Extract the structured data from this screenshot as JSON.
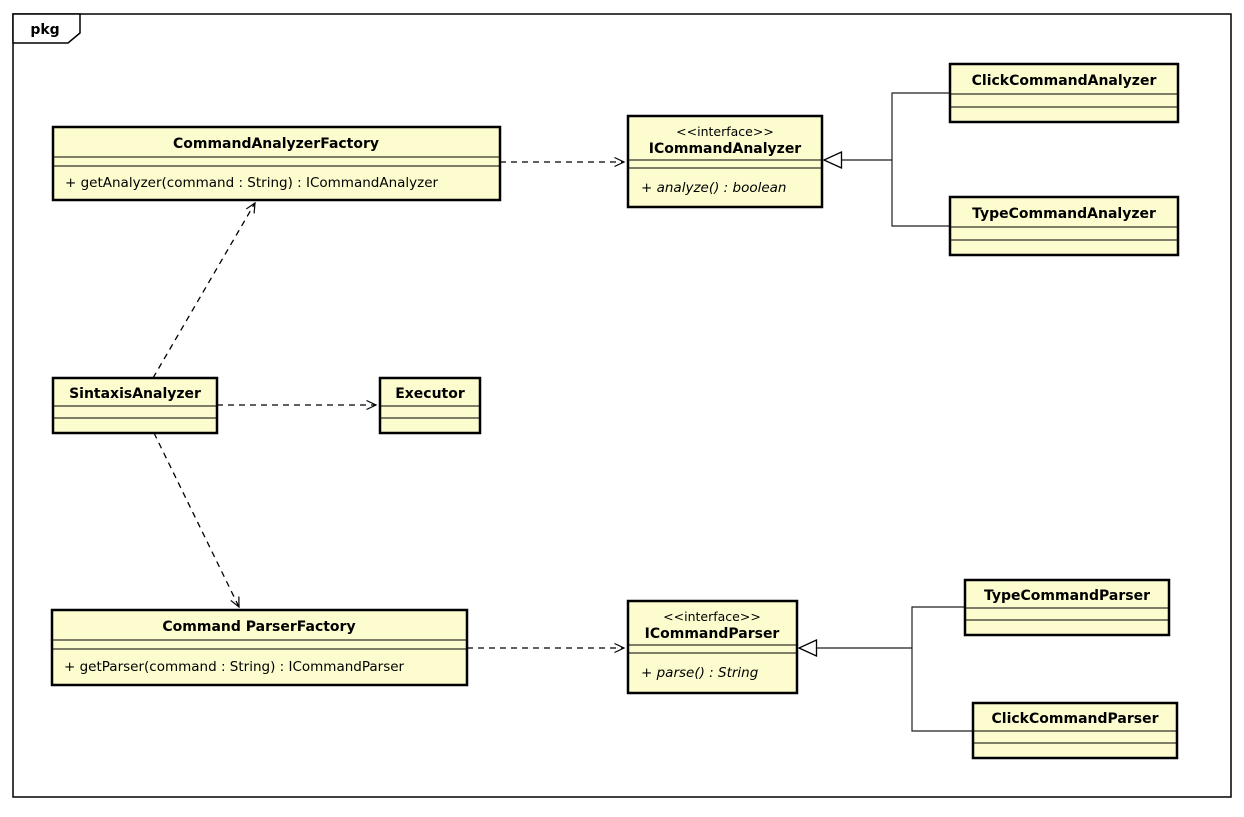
{
  "frame": {
    "label": "pkg"
  },
  "colors": {
    "classFill": "#FCFCCF",
    "classBorder": "#000000",
    "lineColor": "#000000",
    "background": "#FFFFFF"
  },
  "classes": {
    "commandAnalyzerFactory": {
      "name": "CommandAnalyzerFactory",
      "method": "+ getAnalyzer(command : String) : ICommandAnalyzer"
    },
    "iCommandAnalyzer": {
      "stereotype": "<<interface>>",
      "name": "ICommandAnalyzer",
      "method": "+ analyze() : boolean"
    },
    "clickCommandAnalyzer": {
      "name": "ClickCommandAnalyzer"
    },
    "typeCommandAnalyzer": {
      "name": "TypeCommandAnalyzer"
    },
    "sintaxisAnalyzer": {
      "name": "SintaxisAnalyzer"
    },
    "executor": {
      "name": "Executor"
    },
    "commandParserFactory": {
      "name": "Command ParserFactory",
      "method": "+ getParser(command : String) : ICommandParser"
    },
    "iCommandParser": {
      "stereotype": "<<interface>>",
      "name": "ICommandParser",
      "method": "+ parse() : String"
    },
    "typeCommandParser": {
      "name": "TypeCommandParser"
    },
    "clickCommandParser": {
      "name": "ClickCommandParser"
    }
  },
  "relationships": [
    {
      "from": "CommandAnalyzerFactory",
      "to": "ICommandAnalyzer",
      "type": "dashed-dependency"
    },
    {
      "from": "ClickCommandAnalyzer",
      "to": "ICommandAnalyzer",
      "type": "realization"
    },
    {
      "from": "TypeCommandAnalyzer",
      "to": "ICommandAnalyzer",
      "type": "realization"
    },
    {
      "from": "SintaxisAnalyzer",
      "to": "CommandAnalyzerFactory",
      "type": "dashed-dependency"
    },
    {
      "from": "SintaxisAnalyzer",
      "to": "Executor",
      "type": "dashed-dependency"
    },
    {
      "from": "SintaxisAnalyzer",
      "to": "Command ParserFactory",
      "type": "dashed-dependency"
    },
    {
      "from": "Command ParserFactory",
      "to": "ICommandParser",
      "type": "dashed-dependency"
    },
    {
      "from": "TypeCommandParser",
      "to": "ICommandParser",
      "type": "realization"
    },
    {
      "from": "ClickCommandParser",
      "to": "ICommandParser",
      "type": "realization"
    }
  ]
}
